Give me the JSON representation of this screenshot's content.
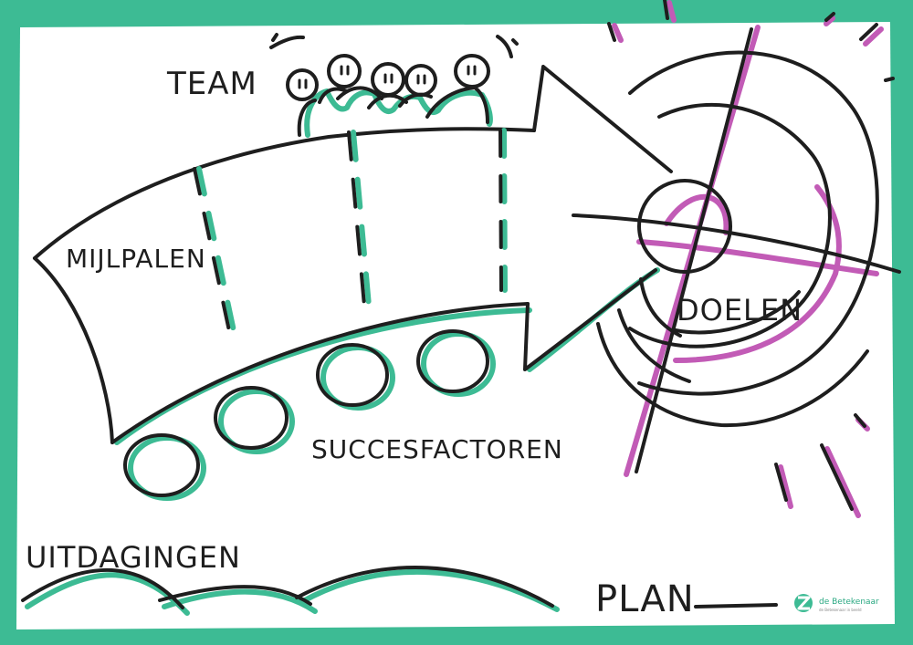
{
  "labels": {
    "team": "TEAM",
    "mijlpalen": "MIJLPALEN",
    "doelen": "DOELEN",
    "succesfactoren": "SUCCESFACTOREN",
    "uitdagingen": "UITDAGINGEN",
    "plan": "PLAN"
  },
  "logo": {
    "name": "de Betekenaar",
    "tagline": "de Betekenaar in beeld"
  },
  "colors": {
    "frame": "#3dbb94",
    "ink": "#1e1e1e",
    "accent_green": "#3dbb94",
    "accent_pink": "#c25bb6",
    "paper": "#ffffff"
  }
}
